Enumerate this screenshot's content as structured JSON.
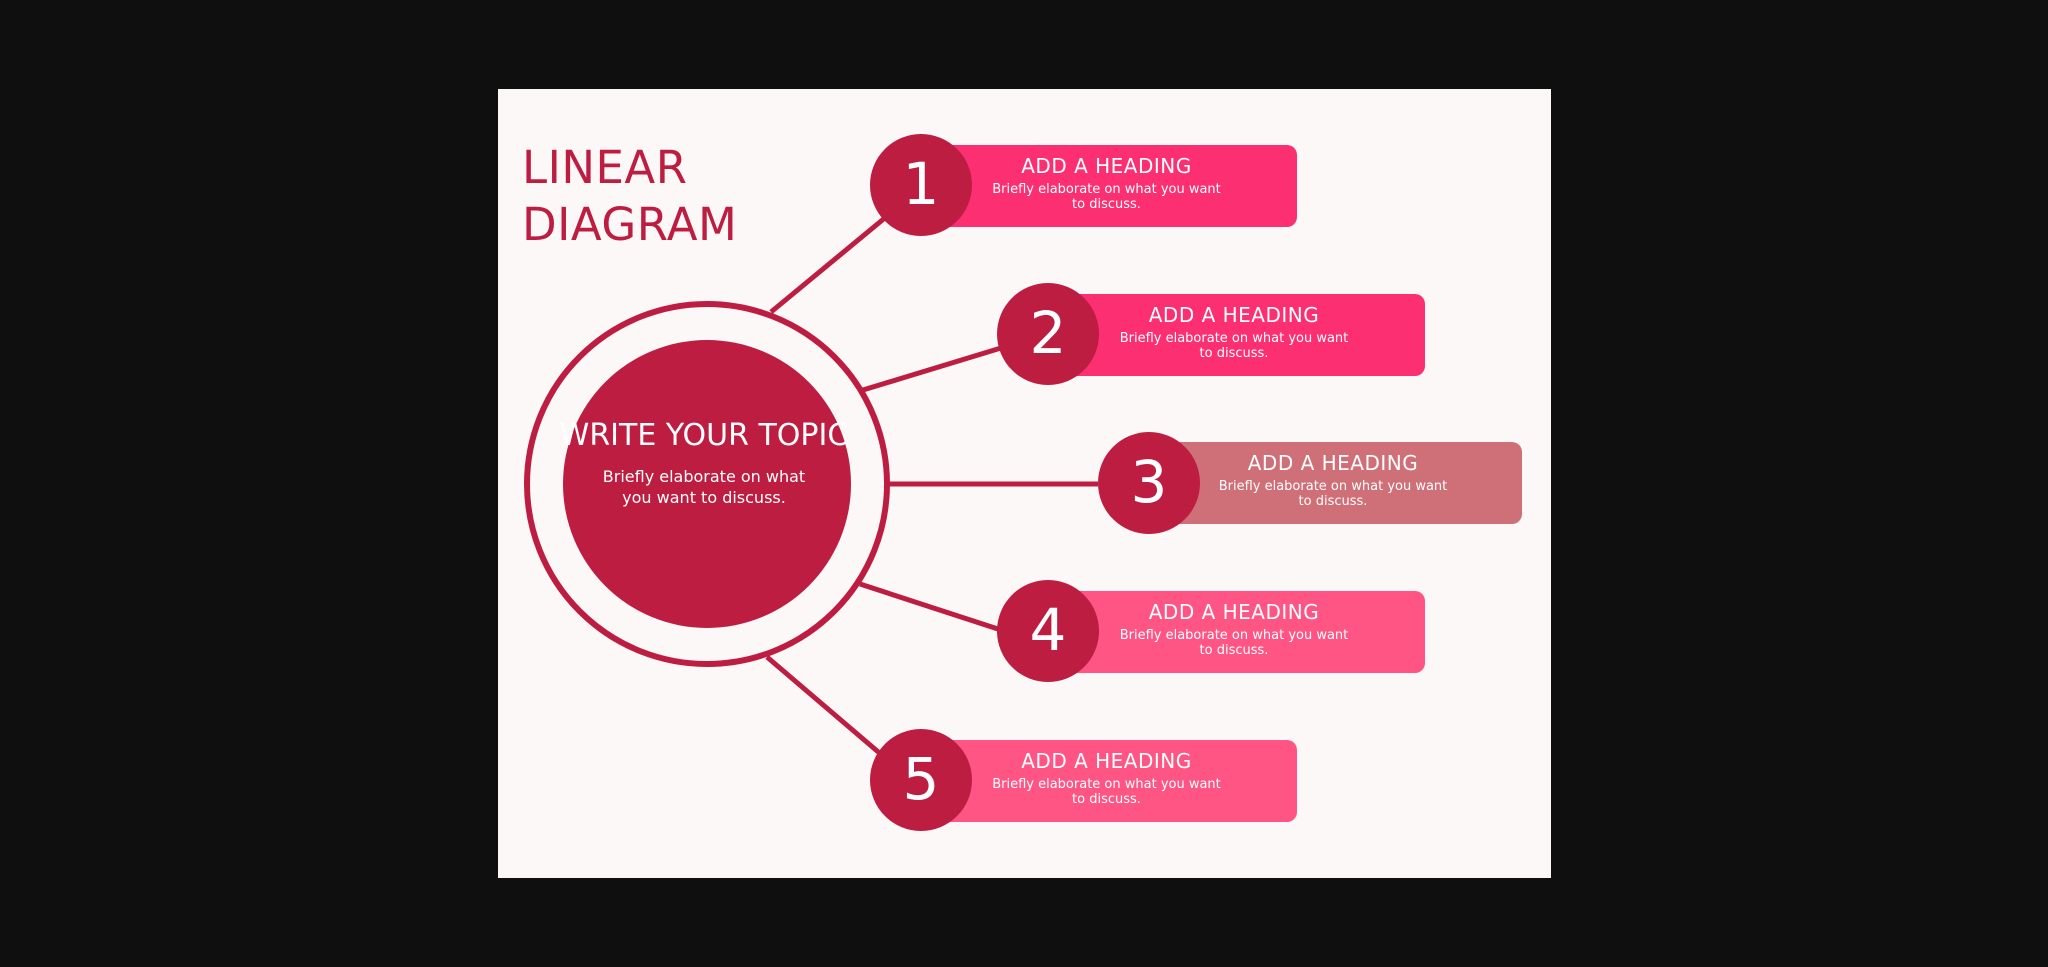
{
  "title": {
    "line1": "LINEAR",
    "line2": "DIAGRAM"
  },
  "topic": {
    "heading": "WRITE YOUR TOPIC",
    "body": "Briefly elaborate on what you want to discuss."
  },
  "steps": [
    {
      "number": "1",
      "heading": "ADD A HEADING",
      "body": "Briefly elaborate on what you want to discuss.",
      "color": "#fb2f72"
    },
    {
      "number": "2",
      "heading": "ADD A HEADING",
      "body": "Briefly elaborate on what you want to discuss.",
      "color": "#fb2f72"
    },
    {
      "number": "3",
      "heading": "ADD A HEADING",
      "body": "Briefly elaborate on what you want to discuss.",
      "color": "#cf6f78"
    },
    {
      "number": "4",
      "heading": "ADD A HEADING",
      "body": "Briefly elaborate on what you want to discuss.",
      "color": "#ff5584"
    },
    {
      "number": "5",
      "heading": "ADD A HEADING",
      "body": "Briefly elaborate on what you want to discuss.",
      "color": "#ff5584"
    }
  ],
  "colors": {
    "accent": "#bc1d41",
    "background": "#fcf8f8",
    "frame": "#0f0f0f"
  }
}
